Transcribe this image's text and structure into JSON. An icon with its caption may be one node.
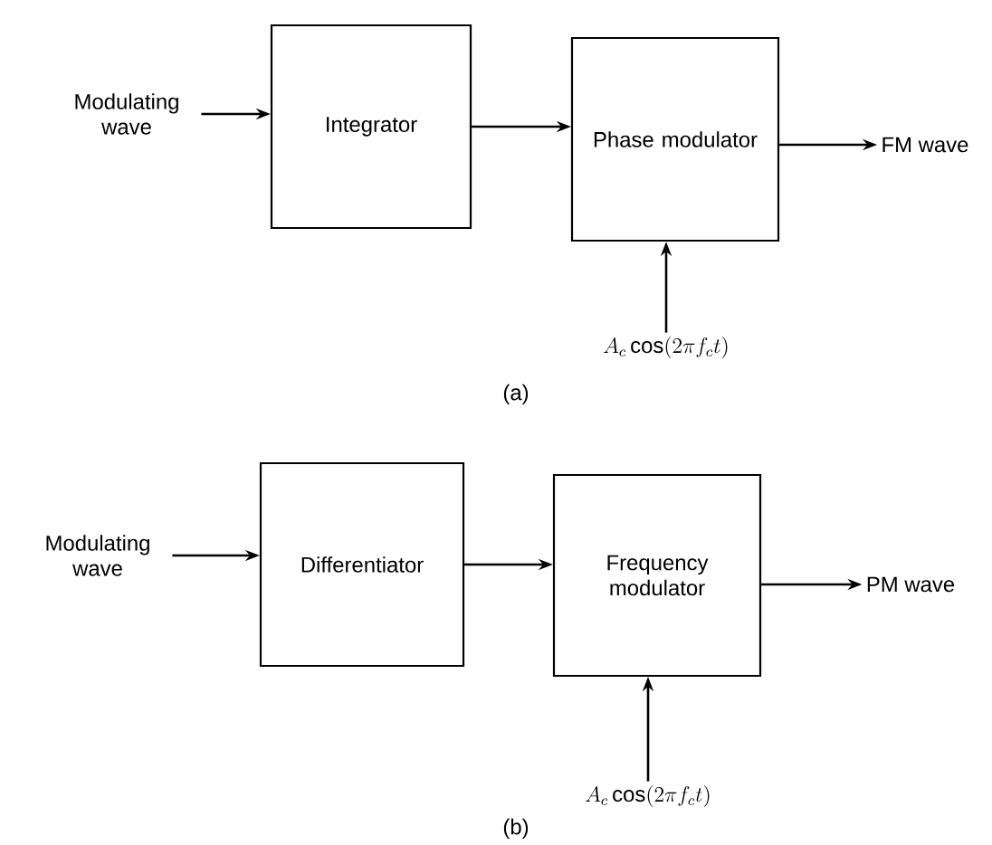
{
  "diagram": {
    "nodes": [
      {
        "text": [
          "Modulating wave"
        ]
      },
      {
        "text": [
          "Integrator"
        ]
      },
      {
        "text": [
          "Phase modulator"
        ]
      },
      {
        "text": [
          "FM wave"
        ]
      },
      {
        "text": [
          "A_c \\cos (2\\pi f_c t)"
        ]
      },
      {
        "text": [
          "Modulating wave"
        ]
      },
      {
        "text": [
          "Differentiator"
        ]
      },
      {
        "text": [
          "Frequency modulator"
        ]
      },
      {
        "text": [
          "PM wave"
        ]
      },
      {
        "text": [
          "A_c \\cos (2\\pi f_c t)"
        ]
      }
    ],
    "edges": [
      {
        "from": 0,
        "to": 1,
        "arrow": "to"
      },
      {
        "from": 1,
        "to": 2,
        "arrow": "to"
      },
      {
        "from": 2,
        "to": 3,
        "arrow": "to"
      },
      {
        "from": 4,
        "to": 2,
        "arrow": "to"
      },
      {
        "from": 5,
        "to": 6,
        "arrow": "to"
      },
      {
        "from": 6,
        "to": 7,
        "arrow": "to"
      },
      {
        "from": 7,
        "to": 8,
        "arrow": "to"
      },
      {
        "from": 9,
        "to": 7,
        "arrow": "to"
      }
    ],
    "labels": [
      "(a)",
      "(b)"
    ]
  }
}
